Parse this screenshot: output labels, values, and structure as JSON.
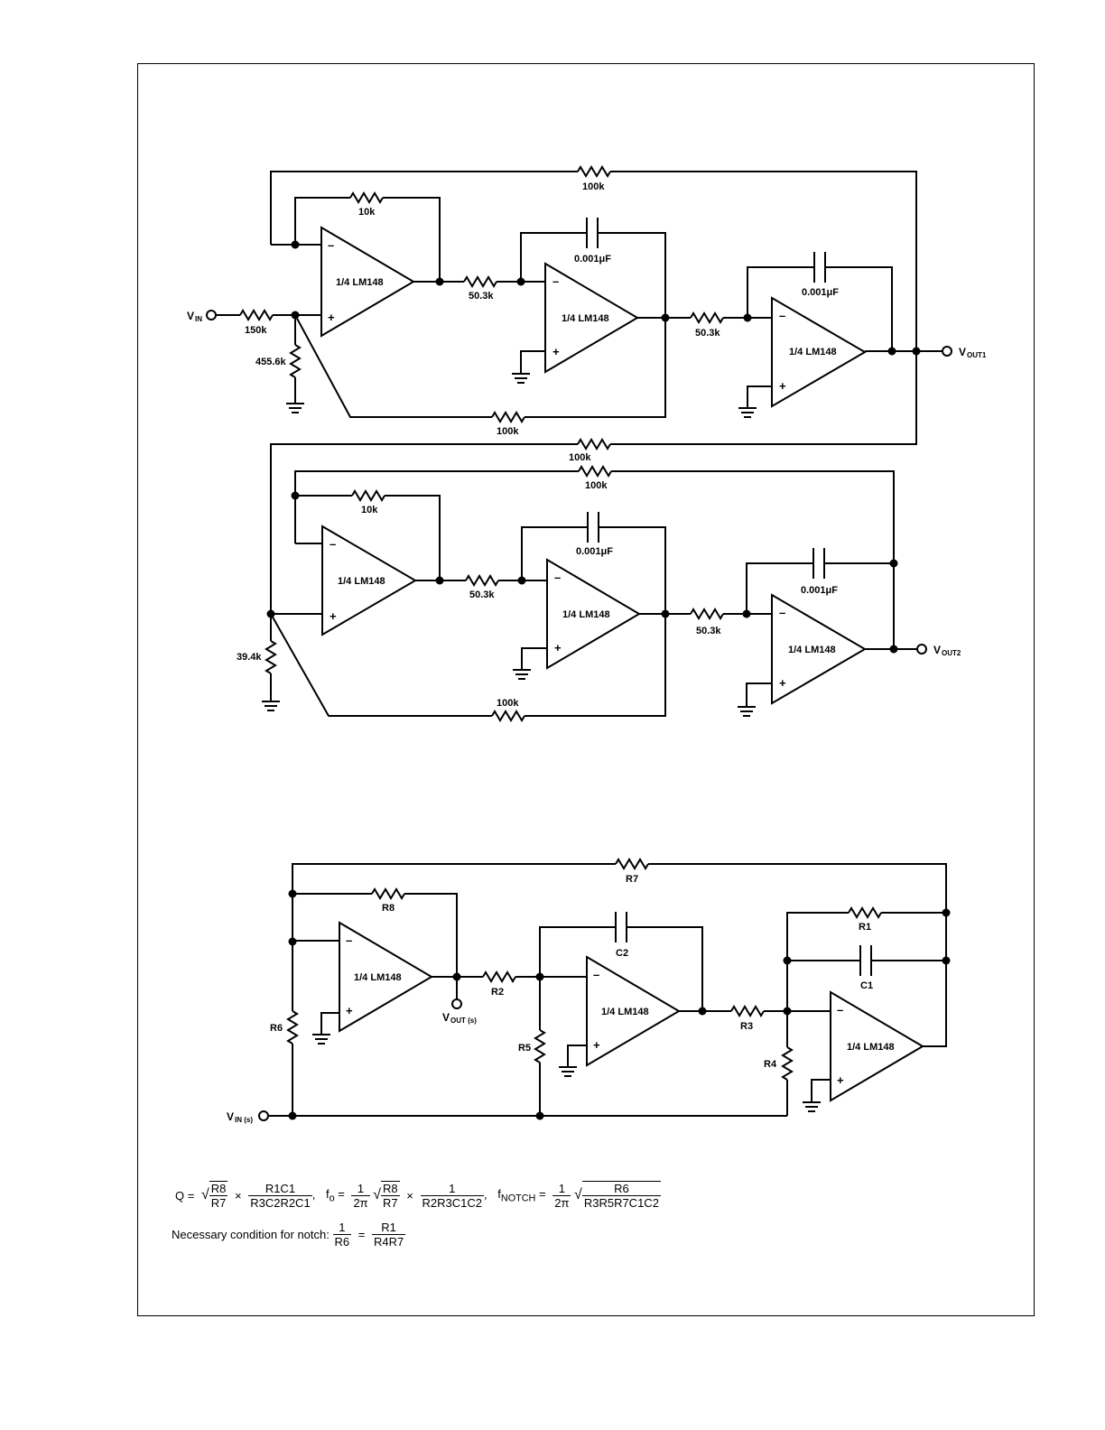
{
  "circuit_a": {
    "input_label": "V",
    "input_sub": "IN",
    "output_label": "V",
    "output_sub": "OUT1",
    "r_feedback_top": "100k",
    "r_gain": "10k",
    "r_input": "150k",
    "r_shunt": "455.6k",
    "r_int1": "50.3k",
    "r_int2": "50.3k",
    "c1": "0.001μF",
    "c2": "0.001μF",
    "r_feedback_bottom": "100k",
    "opamp_label": "1/4 LM148"
  },
  "circuit_b": {
    "output_label": "V",
    "output_sub": "OUT2",
    "r_link": "100k",
    "r_feedback_top": "100k",
    "r_gain": "10k",
    "r_shunt": "39.4k",
    "r_int1": "50.3k",
    "r_int2": "50.3k",
    "c1": "0.001μF",
    "c2": "0.001μF",
    "r_feedback_bottom": "100k",
    "opamp_label": "1/4 LM148"
  },
  "circuit_c": {
    "input_label": "V",
    "input_sub": "IN (s)",
    "output_label": "V",
    "output_sub": "OUT (s)",
    "r1": "R1",
    "r2": "R2",
    "r3": "R3",
    "r4": "R4",
    "r5": "R5",
    "r6": "R6",
    "r7": "R7",
    "r8": "R8",
    "c1": "C1",
    "c2": "C2",
    "opamp_label": "1/4 LM148"
  },
  "equations": {
    "q_lhs": "Q =",
    "q_rad_num": "R8",
    "q_rad_den": "R7",
    "q_frac_num": "R1C1",
    "q_frac_den": "R3C2R2C1",
    "fo_lhs": "f",
    "fo_sub": "o",
    "fo_eq": "=",
    "fo_frac_num": "1",
    "fo_frac_den": "2π",
    "fo_rad_num": "R8",
    "fo_rad_den": "R7",
    "fo_frac2_num": "1",
    "fo_frac2_den": "R2R3C1C2",
    "fn_lhs": "f",
    "fn_sub": "NOTCH",
    "fn_eq": "=",
    "fn_frac_num": "1",
    "fn_frac_den": "2π",
    "fn_rad_num": "R6",
    "fn_rad_den": "R3R5R7C1C2",
    "times": "×",
    "comma": ",",
    "cond_text": "Necessary condition for notch:",
    "cond_l_num": "1",
    "cond_l_den": "R6",
    "cond_eq": "=",
    "cond_r_num": "R1",
    "cond_r_den": "R4R7"
  }
}
